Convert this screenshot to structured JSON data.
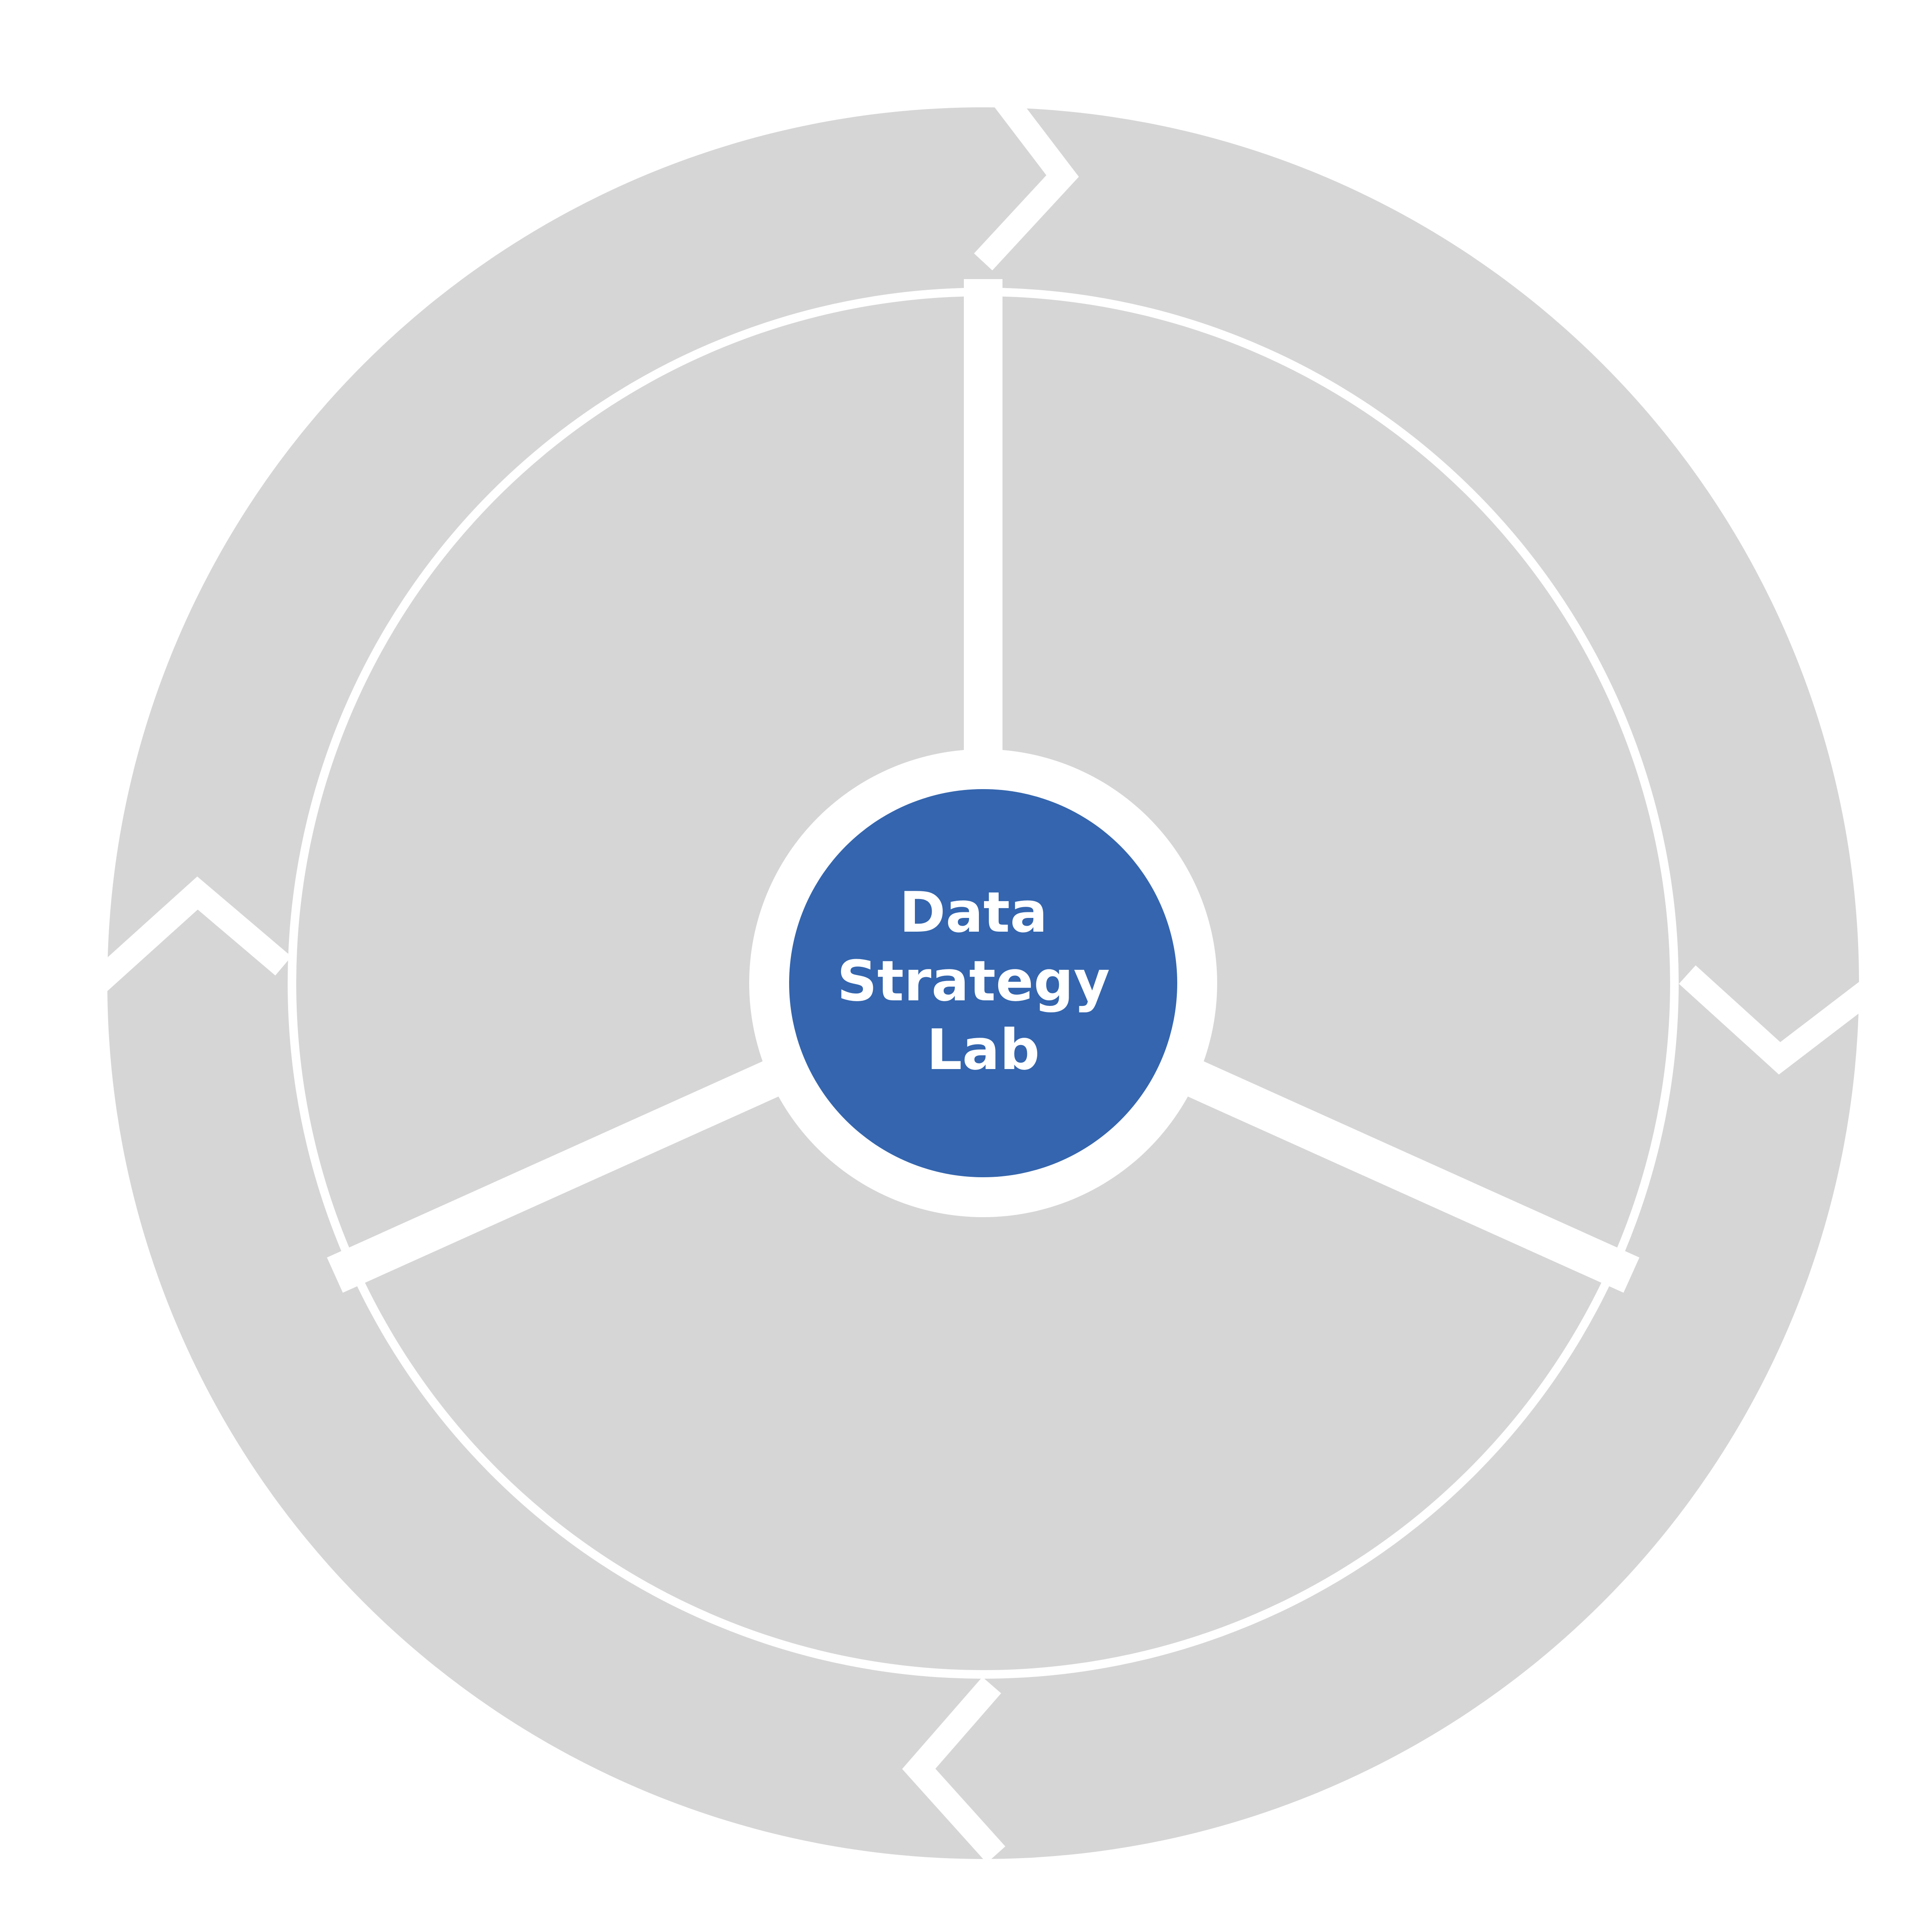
{
  "diagram": {
    "center_label_lines": [
      "Data",
      "Strategy",
      "Lab"
    ]
  },
  "colors": {
    "background": "#ffffff",
    "segment_fill": "#d6d6d6",
    "separator": "#ffffff",
    "hub": "#3465ae",
    "hub_text": "#ffffff"
  }
}
